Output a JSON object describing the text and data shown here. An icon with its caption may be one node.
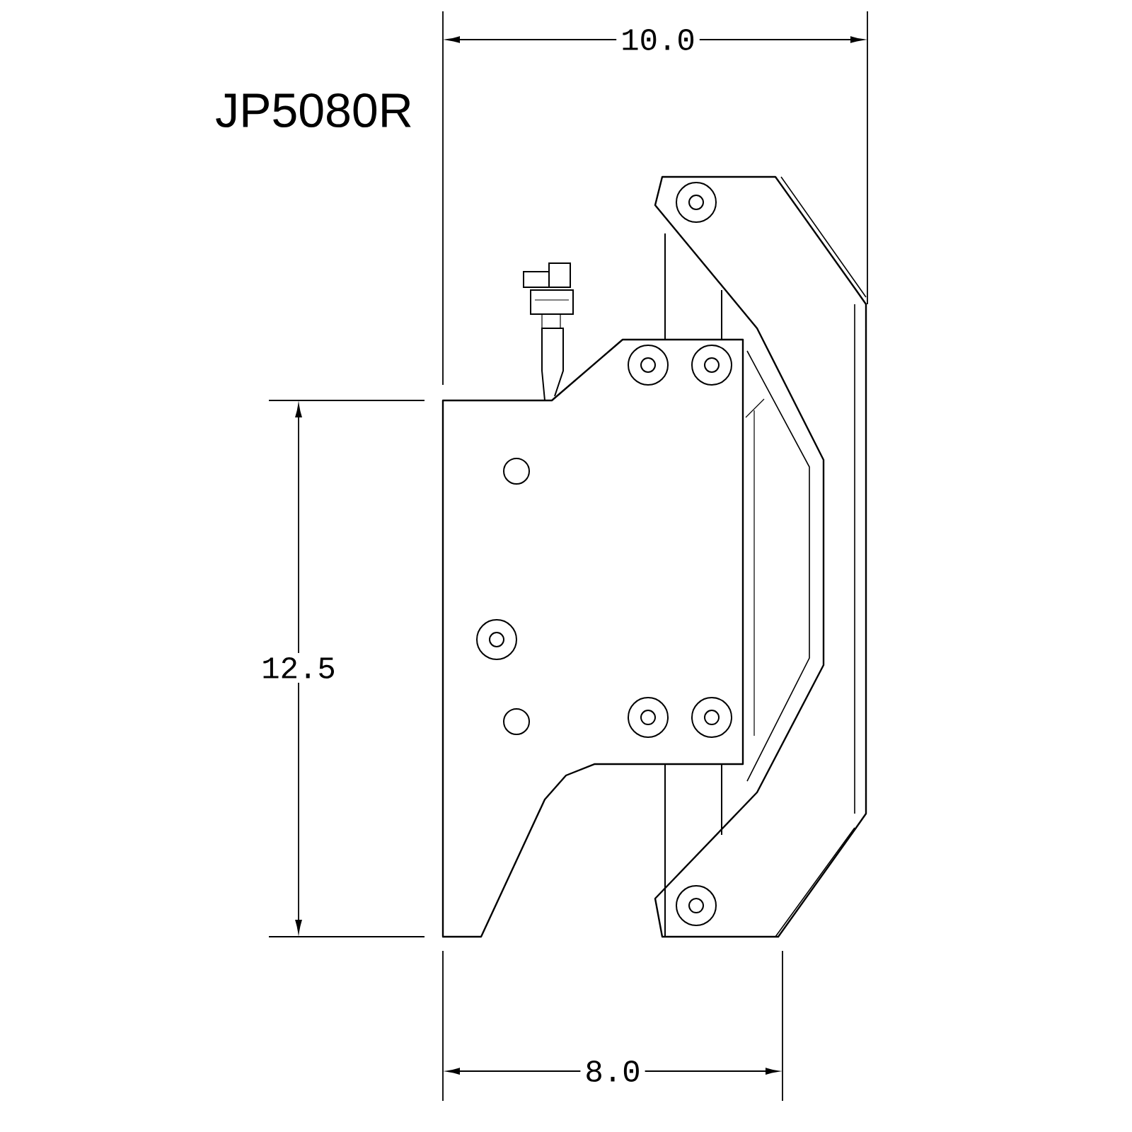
{
  "diagram": {
    "labels": [
      "JP5080R",
      "10.0",
      "12.5",
      "8.0"
    ]
  }
}
